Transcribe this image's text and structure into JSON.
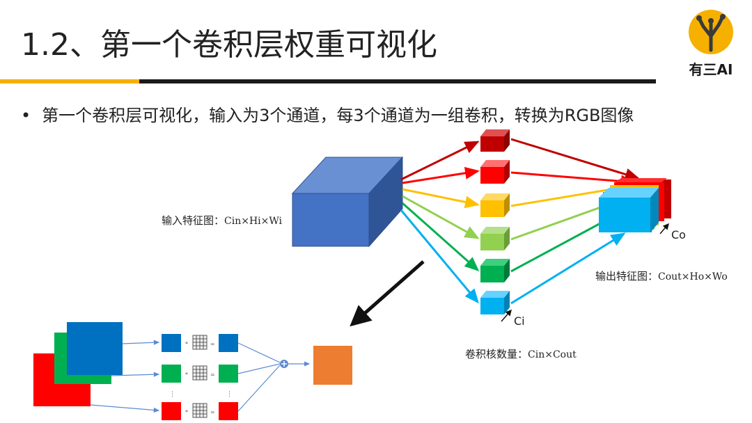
{
  "slide": {
    "title": "1.2、第一个卷积层权重可视化",
    "bullet": "第一个卷积层可视化，输入为3个通道，每3个通道为一组卷积，转换为RGB图像"
  },
  "logo": {
    "text": "有三AI"
  },
  "labels": {
    "input_prefix": "输入特征图：",
    "input_formula": "Cin×Hi×Wi",
    "output_prefix": "输出特征图：",
    "output_formula": "Cout×Ho×Wo",
    "kernel_prefix": "卷积核数量：",
    "kernel_formula": "Cin×Cout",
    "c_o": "Co",
    "c_i": "Ci"
  },
  "colors": {
    "accent": "#f5b000",
    "cube_blue": "#4472c4",
    "dark_red": "#c00000",
    "red": "#ff0000",
    "orange": "#ffc000",
    "light_green": "#92d050",
    "green": "#00b050",
    "sky": "#00b0f0",
    "result_orange": "#ed7d31"
  }
}
